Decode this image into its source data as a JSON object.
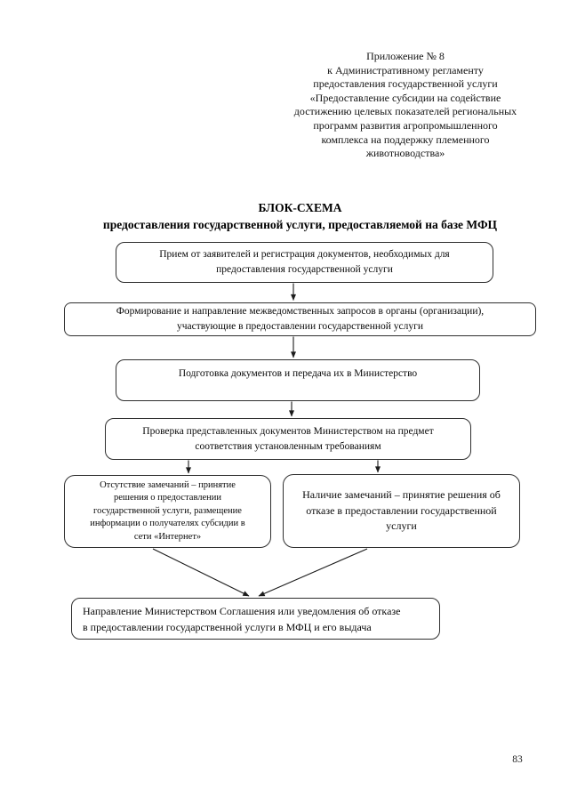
{
  "document": {
    "appendix_header_lines": [
      "Приложение № 8",
      "к Административному регламенту",
      "предоставления государственной услуги",
      "«Предоставление субсидии на содействие",
      "достижению целевых показателей региональных",
      "программ развития агропромышленного",
      "комплекса на поддержку племенного",
      "животноводства»"
    ],
    "title": {
      "line1": "БЛОК-СХЕМА",
      "line2": "предоставления государственной услуги, предоставляемой на базе МФЦ"
    },
    "page_number": "83"
  },
  "flowchart": {
    "nodes": {
      "reception": {
        "lines": [
          "Прием от заявителей и регистрация документов, необходимых для",
          "предоставления государственной услуги"
        ]
      },
      "interagency_requests": {
        "lines": [
          "Формирование и направление межведомственных запросов в органы (организации),",
          "участвующие в предоставлении государственной услуги"
        ]
      },
      "preparation": {
        "lines": [
          "Подготовка документов и передача их в Министерство"
        ]
      },
      "verification": {
        "lines": [
          "Проверка представленных документов Министерством на предмет",
          "соответствия установленным требованиям"
        ]
      },
      "no_remarks": {
        "lines": [
          "Отсутствие замечаний – принятие",
          "решения о предоставлении",
          "государственной услуги, размещение",
          "информации о получателях субсидии в",
          "сети «Интернет»"
        ]
      },
      "has_remarks": {
        "lines": [
          "Наличие замечаний – принятие решения об",
          "отказе в предоставлении государственной",
          "услуги"
        ]
      },
      "result_delivery": {
        "lines": [
          "Направление Министерством Соглашения или уведомления об отказе",
          "в предоставлении государственной услуги в МФЦ и его выдача"
        ]
      }
    }
  },
  "colors": {
    "page_background": "#ffffff",
    "text": "#000000",
    "box_border": "#2f2f2f",
    "arrow": "#1c1c1c"
  }
}
